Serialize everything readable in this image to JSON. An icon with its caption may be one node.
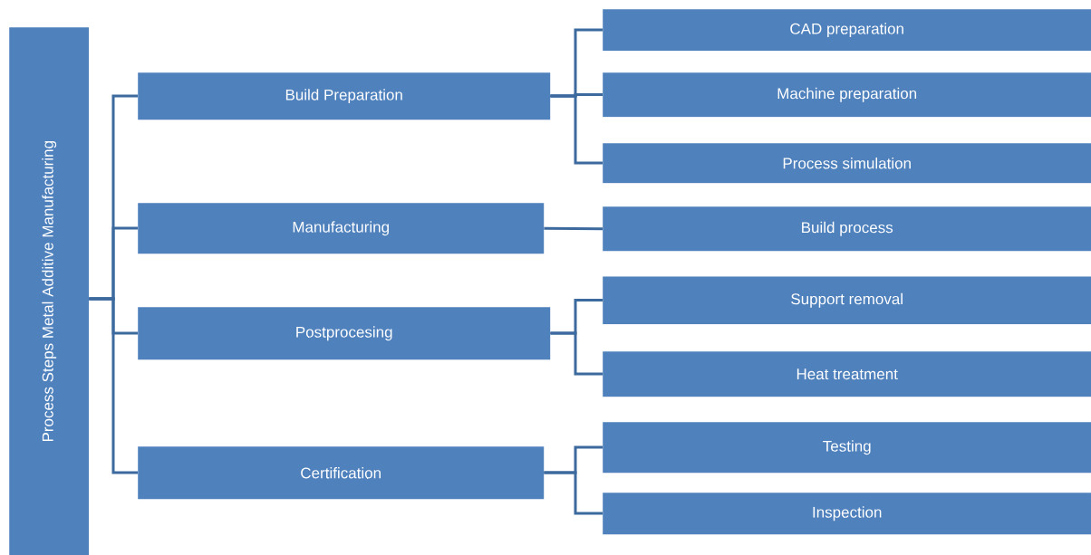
{
  "diagram": {
    "nodes": [
      {
        "text": [
          "Process Steps Metal Additive Manufacturing"
        ]
      },
      {
        "text": [
          "Build Preparation"
        ]
      },
      {
        "text": [
          "Manufacturing"
        ]
      },
      {
        "text": [
          "Postprocesing"
        ]
      },
      {
        "text": [
          "Certification"
        ]
      },
      {
        "text": [
          "CAD preparation"
        ]
      },
      {
        "text": [
          "Machine preparation"
        ]
      },
      {
        "text": [
          "Process simulation"
        ]
      },
      {
        "text": [
          "Build process"
        ]
      },
      {
        "text": [
          "Support removal"
        ]
      },
      {
        "text": [
          "Heat treatment"
        ]
      },
      {
        "text": [
          "Testing"
        ]
      },
      {
        "text": [
          "Inspection"
        ]
      }
    ],
    "edges": [
      {
        "from": 0,
        "to": 1,
        "arrow": "none"
      },
      {
        "from": 0,
        "to": 2,
        "arrow": "none"
      },
      {
        "from": 0,
        "to": 3,
        "arrow": "none"
      },
      {
        "from": 0,
        "to": 4,
        "arrow": "none"
      },
      {
        "from": 1,
        "to": 5,
        "arrow": "none"
      },
      {
        "from": 1,
        "to": 6,
        "arrow": "none"
      },
      {
        "from": 1,
        "to": 7,
        "arrow": "none"
      },
      {
        "from": 2,
        "to": 8,
        "arrow": "none"
      },
      {
        "from": 3,
        "to": 9,
        "arrow": "none"
      },
      {
        "from": 3,
        "to": 10,
        "arrow": "none"
      },
      {
        "from": 4,
        "to": 11,
        "arrow": "none"
      },
      {
        "from": 4,
        "to": 12,
        "arrow": "none"
      }
    ]
  }
}
